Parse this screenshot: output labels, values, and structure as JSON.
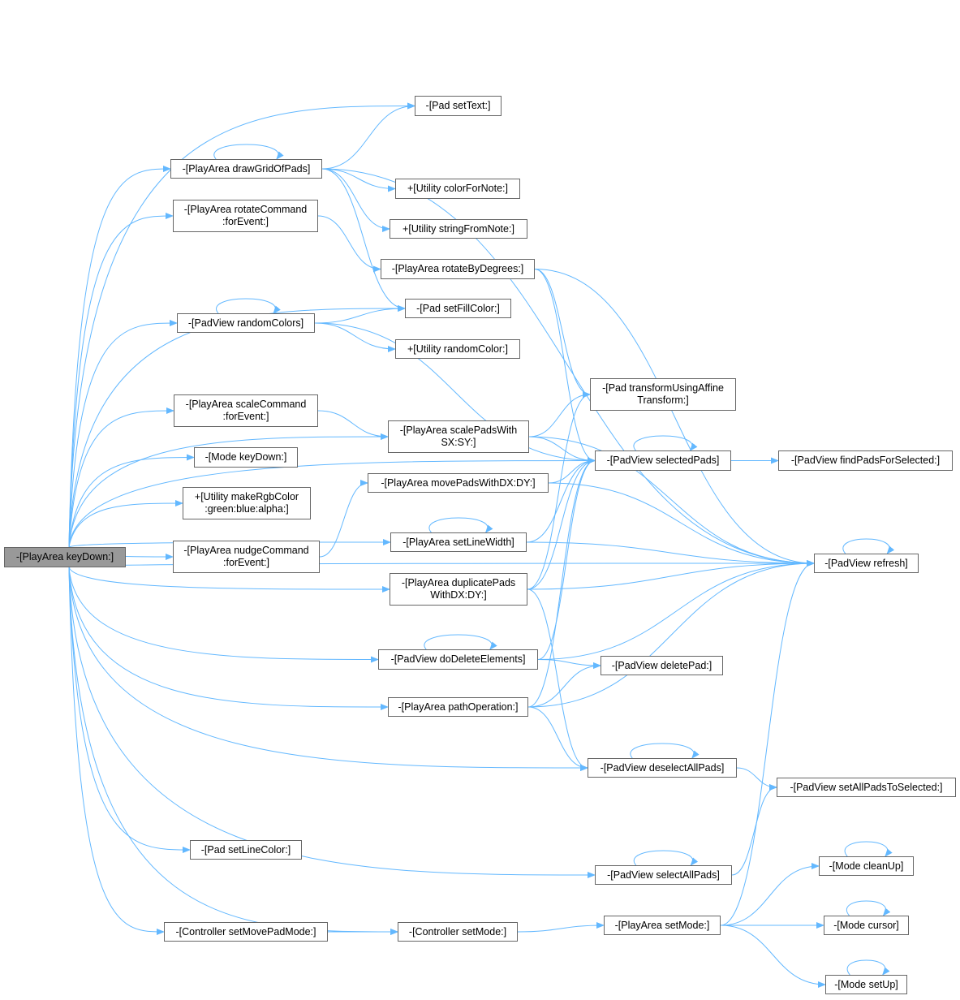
{
  "colors": {
    "edge": "#63b8ff",
    "root_fill": "#999999",
    "node_border": "#666666"
  },
  "nodes": [
    {
      "id": "keyDown",
      "lines": [
        "-[PlayArea keyDown:]"
      ],
      "root": true
    },
    {
      "id": "setText",
      "lines": [
        "-[Pad setText:]"
      ]
    },
    {
      "id": "drawGrid",
      "lines": [
        "-[PlayArea drawGridOfPads]"
      ]
    },
    {
      "id": "colorForNote",
      "lines": [
        "+[Utility colorForNote:]"
      ]
    },
    {
      "id": "rotateCommand",
      "lines": [
        "-[PlayArea rotateCommand",
        ":forEvent:]"
      ]
    },
    {
      "id": "stringFromNote",
      "lines": [
        "+[Utility stringFromNote:]"
      ]
    },
    {
      "id": "rotateByDegrees",
      "lines": [
        "-[PlayArea rotateByDegrees:]"
      ]
    },
    {
      "id": "setFillColor",
      "lines": [
        "-[Pad setFillColor:]"
      ]
    },
    {
      "id": "randomColors",
      "lines": [
        "-[PadView randomColors]"
      ]
    },
    {
      "id": "randomColor",
      "lines": [
        "+[Utility randomColor:]"
      ]
    },
    {
      "id": "transform",
      "lines": [
        "-[Pad transformUsingAffine",
        "Transform:]"
      ]
    },
    {
      "id": "scaleCommand",
      "lines": [
        "-[PlayArea scaleCommand",
        ":forEvent:]"
      ]
    },
    {
      "id": "scalePads",
      "lines": [
        "-[PlayArea scalePadsWith",
        "SX:SY:]"
      ]
    },
    {
      "id": "modeKeyDown",
      "lines": [
        "-[Mode keyDown:]"
      ]
    },
    {
      "id": "selectedPads",
      "lines": [
        "-[PadView selectedPads]"
      ]
    },
    {
      "id": "findPads",
      "lines": [
        "-[PadView findPadsForSelected:]"
      ]
    },
    {
      "id": "movePads",
      "lines": [
        "-[PlayArea movePadsWithDX:DY:]"
      ]
    },
    {
      "id": "makeRgb",
      "lines": [
        "+[Utility makeRgbColor",
        ":green:blue:alpha:]"
      ]
    },
    {
      "id": "setLineWidth",
      "lines": [
        "-[PlayArea setLineWidth]"
      ]
    },
    {
      "id": "nudgeCommand",
      "lines": [
        "-[PlayArea nudgeCommand",
        ":forEvent:]"
      ]
    },
    {
      "id": "refresh",
      "lines": [
        "-[PadView refresh]"
      ]
    },
    {
      "id": "duplicatePads",
      "lines": [
        "-[PlayArea duplicatePads",
        "WithDX:DY:]"
      ]
    },
    {
      "id": "doDelete",
      "lines": [
        "-[PadView doDeleteElements]"
      ]
    },
    {
      "id": "deletePad",
      "lines": [
        "-[PadView deletePad:]"
      ]
    },
    {
      "id": "pathOperation",
      "lines": [
        "-[PlayArea pathOperation:]"
      ]
    },
    {
      "id": "deselectAll",
      "lines": [
        "-[PadView deselectAllPads]"
      ]
    },
    {
      "id": "setAllSelected",
      "lines": [
        "-[PadView setAllPadsToSelected:]"
      ]
    },
    {
      "id": "setLineColor",
      "lines": [
        "-[Pad setLineColor:]"
      ]
    },
    {
      "id": "cleanUp",
      "lines": [
        "-[Mode cleanUp]"
      ]
    },
    {
      "id": "selectAll",
      "lines": [
        "-[PadView selectAllPads]"
      ]
    },
    {
      "id": "setMovePadMode",
      "lines": [
        "-[Controller setMovePadMode:]"
      ]
    },
    {
      "id": "ctrlSetMode",
      "lines": [
        "-[Controller setMode:]"
      ]
    },
    {
      "id": "paSetMode",
      "lines": [
        "-[PlayArea setMode:]"
      ]
    },
    {
      "id": "cursor",
      "lines": [
        "-[Mode cursor]"
      ]
    },
    {
      "id": "setUp",
      "lines": [
        "-[Mode setUp]"
      ]
    }
  ],
  "edges": [
    [
      "keyDown",
      "setText"
    ],
    [
      "keyDown",
      "drawGrid"
    ],
    [
      "keyDown",
      "rotateCommand"
    ],
    [
      "keyDown",
      "setFillColor"
    ],
    [
      "keyDown",
      "randomColors"
    ],
    [
      "keyDown",
      "scalePads"
    ],
    [
      "keyDown",
      "scaleCommand"
    ],
    [
      "keyDown",
      "modeKeyDown"
    ],
    [
      "keyDown",
      "makeRgb"
    ],
    [
      "keyDown",
      "nudgeCommand"
    ],
    [
      "keyDown",
      "setLineWidth"
    ],
    [
      "keyDown",
      "duplicatePads"
    ],
    [
      "keyDown",
      "doDelete"
    ],
    [
      "keyDown",
      "pathOperation"
    ],
    [
      "keyDown",
      "deselectAll"
    ],
    [
      "keyDown",
      "refresh"
    ],
    [
      "keyDown",
      "setLineColor"
    ],
    [
      "keyDown",
      "selectAll"
    ],
    [
      "keyDown",
      "setMovePadMode"
    ],
    [
      "keyDown",
      "ctrlSetMode"
    ],
    [
      "keyDown",
      "selectedPads"
    ],
    [
      "drawGrid",
      "drawGrid"
    ],
    [
      "drawGrid",
      "setText"
    ],
    [
      "drawGrid",
      "colorForNote"
    ],
    [
      "drawGrid",
      "stringFromNote"
    ],
    [
      "drawGrid",
      "setFillColor"
    ],
    [
      "drawGrid",
      "refresh"
    ],
    [
      "rotateCommand",
      "rotateByDegrees"
    ],
    [
      "rotateByDegrees",
      "transform"
    ],
    [
      "rotateByDegrees",
      "selectedPads"
    ],
    [
      "rotateByDegrees",
      "refresh"
    ],
    [
      "randomColors",
      "randomColors"
    ],
    [
      "randomColors",
      "setFillColor"
    ],
    [
      "randomColors",
      "randomColor"
    ],
    [
      "randomColors",
      "selectedPads"
    ],
    [
      "scaleCommand",
      "scalePads"
    ],
    [
      "scalePads",
      "transform"
    ],
    [
      "scalePads",
      "selectedPads"
    ],
    [
      "scalePads",
      "refresh"
    ],
    [
      "selectedPads",
      "selectedPads"
    ],
    [
      "selectedPads",
      "findPads"
    ],
    [
      "movePads",
      "selectedPads"
    ],
    [
      "movePads",
      "refresh"
    ],
    [
      "nudgeCommand",
      "movePads"
    ],
    [
      "setLineWidth",
      "setLineWidth"
    ],
    [
      "setLineWidth",
      "selectedPads"
    ],
    [
      "setLineWidth",
      "refresh"
    ],
    [
      "duplicatePads",
      "transform"
    ],
    [
      "duplicatePads",
      "selectedPads"
    ],
    [
      "duplicatePads",
      "refresh"
    ],
    [
      "duplicatePads",
      "deselectAll"
    ],
    [
      "doDelete",
      "doDelete"
    ],
    [
      "doDelete",
      "selectedPads"
    ],
    [
      "doDelete",
      "refresh"
    ],
    [
      "doDelete",
      "deletePad"
    ],
    [
      "pathOperation",
      "selectedPads"
    ],
    [
      "pathOperation",
      "deletePad"
    ],
    [
      "pathOperation",
      "refresh"
    ],
    [
      "pathOperation",
      "deselectAll"
    ],
    [
      "deselectAll",
      "deselectAll"
    ],
    [
      "deselectAll",
      "setAllSelected"
    ],
    [
      "selectAll",
      "selectAll"
    ],
    [
      "selectAll",
      "setAllSelected"
    ],
    [
      "refresh",
      "refresh"
    ],
    [
      "setMovePadMode",
      "ctrlSetMode"
    ],
    [
      "ctrlSetMode",
      "paSetMode"
    ],
    [
      "paSetMode",
      "cleanUp"
    ],
    [
      "paSetMode",
      "cursor"
    ],
    [
      "paSetMode",
      "setUp"
    ],
    [
      "paSetMode",
      "refresh"
    ],
    [
      "cleanUp",
      "cleanUp"
    ],
    [
      "cursor",
      "cursor"
    ],
    [
      "setUp",
      "setUp"
    ]
  ]
}
